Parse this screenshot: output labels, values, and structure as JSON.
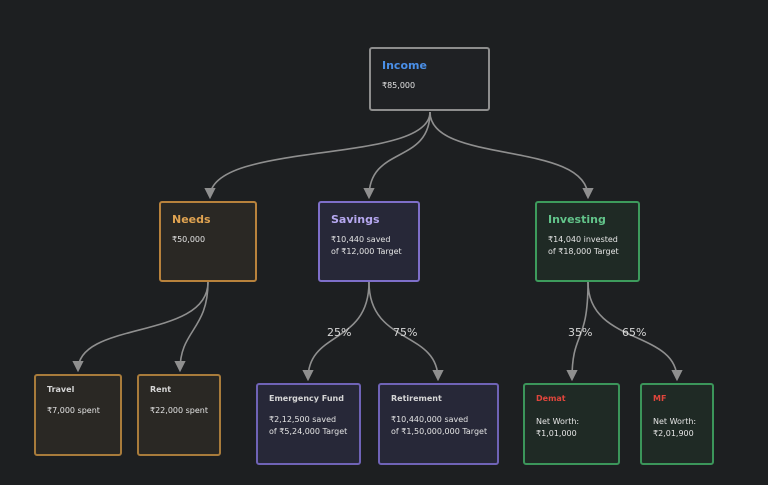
{
  "colors": {
    "background": "#1d1f21",
    "edge": "#8f8f8f",
    "income_title": "#4a8fe7",
    "needs_title": "#e0a351",
    "savings_title": "#b6a8f0",
    "investing_title": "#62c48a",
    "leaf_title": "#d6d6d6",
    "demat_title": "#e0463c",
    "mf_title": "#e0463c"
  },
  "nodes": {
    "income": {
      "title": "Income",
      "lines": [
        "₹85,000"
      ]
    },
    "needs": {
      "title": "Needs",
      "lines": [
        "₹50,000"
      ]
    },
    "savings": {
      "title": "Savings",
      "lines": [
        "₹10,440 saved",
        "of ₹12,000 Target"
      ]
    },
    "investing": {
      "title": "Investing",
      "lines": [
        "₹14,040 invested",
        "of ₹18,000 Target"
      ]
    },
    "travel": {
      "title": "Travel",
      "lines": [
        "₹7,000 spent"
      ]
    },
    "rent": {
      "title": "Rent",
      "lines": [
        "₹22,000 spent"
      ]
    },
    "emergency": {
      "title": "Emergency Fund",
      "lines": [
        "₹2,12,500 saved",
        "of ₹5,24,000 Target"
      ]
    },
    "retirement": {
      "title": "Retirement",
      "lines": [
        "₹10,440,000 saved",
        "of ₹1,50,000,000 Target"
      ]
    },
    "demat": {
      "title": "Demat",
      "lines": [
        "Net Worth:",
        "₹1,01,000"
      ]
    },
    "mf": {
      "title": "MF",
      "lines": [
        "Net Worth:",
        "₹2,01,900"
      ]
    }
  },
  "edge_labels": {
    "savings_emergency": "25%",
    "savings_retirement": "75%",
    "investing_demat": "35%",
    "investing_mf": "65%"
  }
}
